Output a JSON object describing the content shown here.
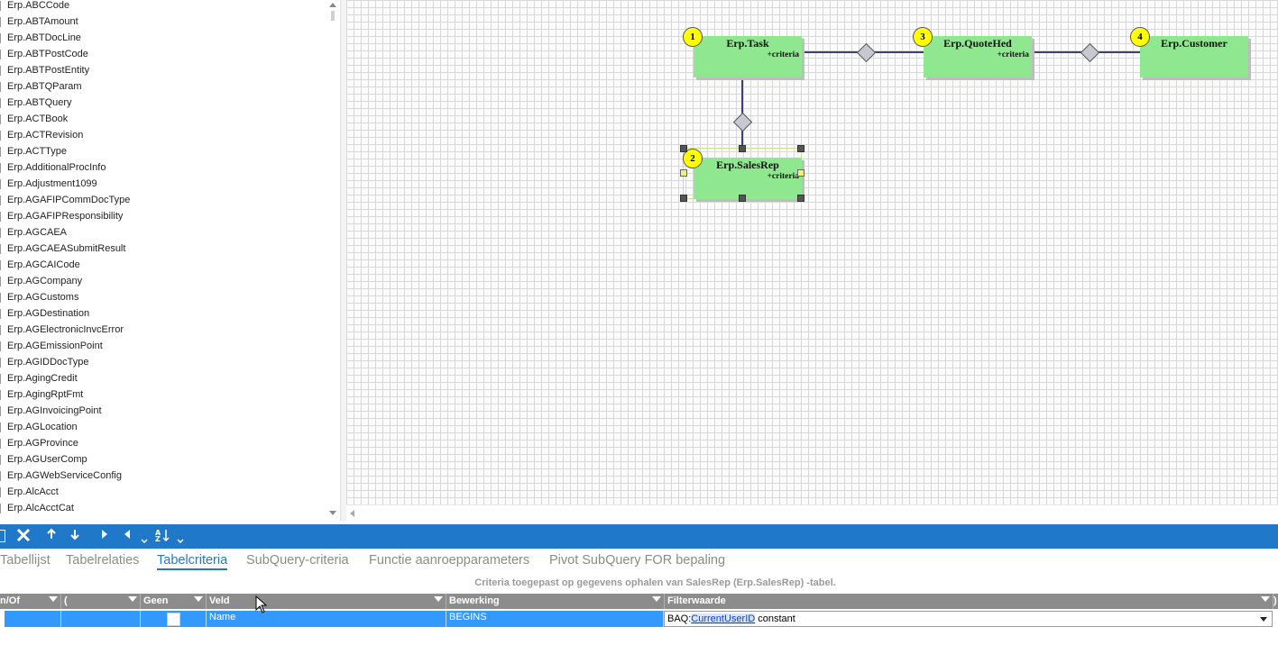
{
  "tree": {
    "items": [
      "Erp.ABCCode",
      "Erp.ABTAmount",
      "Erp.ABTDocLine",
      "Erp.ABTPostCode",
      "Erp.ABTPostEntity",
      "Erp.ABTQParam",
      "Erp.ABTQuery",
      "Erp.ACTBook",
      "Erp.ACTRevision",
      "Erp.ACTType",
      "Erp.AdditionalProcInfo",
      "Erp.Adjustment1099",
      "Erp.AGAFIPCommDocType",
      "Erp.AGAFIPResponsibility",
      "Erp.AGCAEA",
      "Erp.AGCAEASubmitResult",
      "Erp.AGCAICode",
      "Erp.AGCompany",
      "Erp.AGCustoms",
      "Erp.AGDestination",
      "Erp.AGElectronicInvcError",
      "Erp.AGEmissionPoint",
      "Erp.AGIDDocType",
      "Erp.AgingCredit",
      "Erp.AgingRptFmt",
      "Erp.AGInvoicingPoint",
      "Erp.AGLocation",
      "Erp.AGProvince",
      "Erp.AGUserComp",
      "Erp.AGWebServiceConfig",
      "Erp.AlcAcct",
      "Erp.AlcAcctCat"
    ]
  },
  "diagram": {
    "tables": [
      {
        "num": "1",
        "name": "Erp.Task",
        "criteria": "+criteria"
      },
      {
        "num": "2",
        "name": "Erp.SalesRep",
        "criteria": "+criteria"
      },
      {
        "num": "3",
        "name": "Erp.QuoteHed",
        "criteria": "+criteria"
      },
      {
        "num": "4",
        "name": "Erp.Customer",
        "criteria": ""
      }
    ]
  },
  "toolbar": {
    "icons": [
      "close-icon",
      "arrow-up-icon",
      "arrow-down-icon",
      "arrow-right-icon",
      "arrow-left-icon",
      "sort-az-icon"
    ]
  },
  "tabs": [
    {
      "label": "Tabellijst",
      "active": false
    },
    {
      "label": "Tabelrelaties",
      "active": false
    },
    {
      "label": "Tabelcriteria",
      "active": true
    },
    {
      "label": "SubQuery-criteria",
      "active": false
    },
    {
      "label": "Functie aanroepparameters",
      "active": false
    },
    {
      "label": "Pivot SubQuery FOR bepaling",
      "active": false
    }
  ],
  "hint": "Criteria toegepast op gegevens ophalen van SalesRep (Erp.SalesRep) -tabel.",
  "grid": {
    "headers": [
      "n/Of",
      "(",
      "Geen",
      "Veld",
      "Bewerking",
      "Filterwaarde",
      ")"
    ],
    "row": {
      "field": "Name",
      "operation": "BEGINS",
      "value_prefix": "BAQ:",
      "value_token": "CurrentUserID",
      "value_suffix": " constant"
    }
  },
  "colors": {
    "accent": "#1f79c8",
    "table_fill": "#8fe88f",
    "badge": "#ffff00",
    "selection": "#3399ff"
  }
}
